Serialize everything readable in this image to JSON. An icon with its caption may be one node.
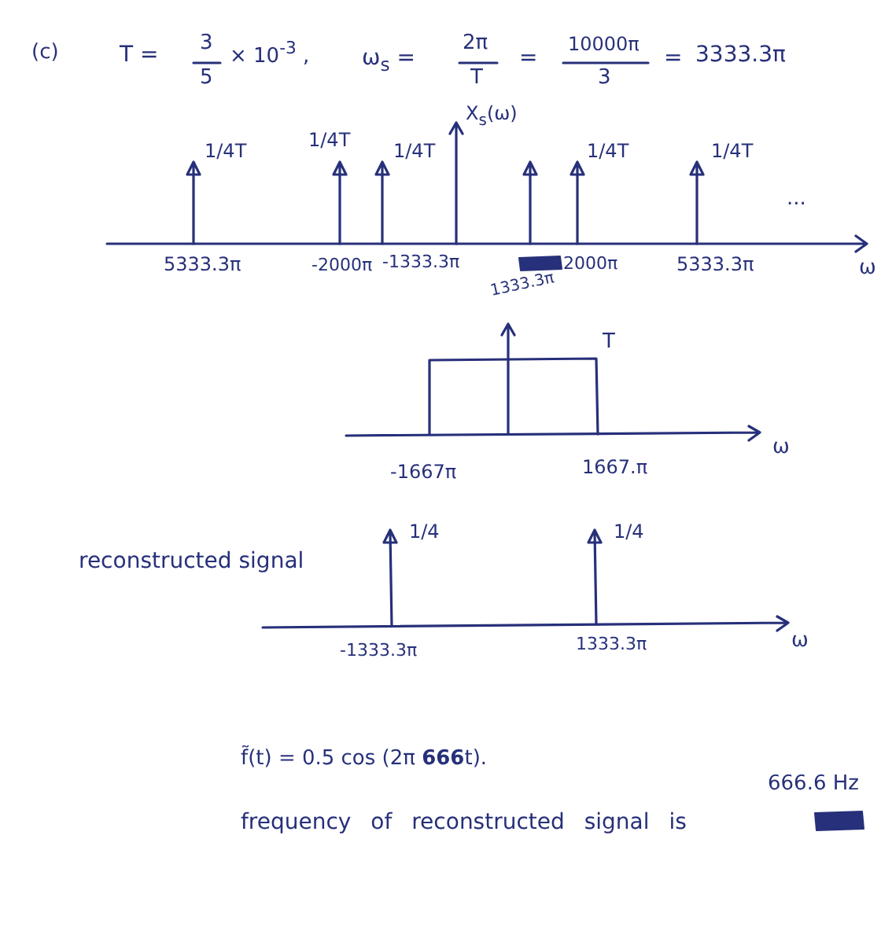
{
  "diagram": {
    "labels": [
      "(c)",
      "T =",
      "3",
      "5",
      "× 10$^{-3}$ ,",
      "ω$_{s}$ =",
      "2π",
      "T",
      "=",
      "10000π",
      "3",
      "=",
      "3333.3π",
      "X$_{s}$(ω)",
      "1/4T",
      "1/4T",
      "1/4T",
      "1/4T",
      "1/4T",
      "...",
      "5333.3π",
      "-2000π",
      "-1333.3π",
      "2000π",
      "5333.3π",
      "ω",
      "1333.3π",
      "T",
      "ω",
      "-1667π",
      "1667.π",
      "1/4",
      "1/4",
      "reconstructed signal",
      "ω",
      "-1333.3π",
      "1333.3π",
      "f̃(t) = 0.5 cos (2π **666**t).",
      "666.6 Hz",
      "frequency of reconstructed signal is"
    ]
  }
}
